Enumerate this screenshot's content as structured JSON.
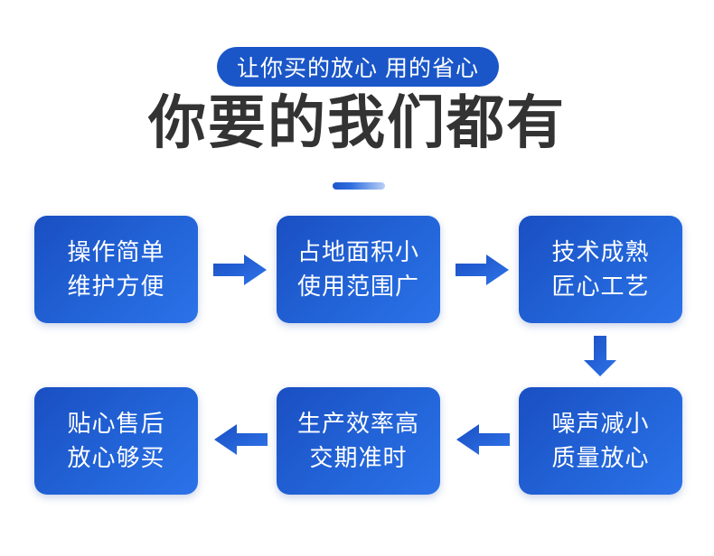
{
  "header": {
    "badge_text": "让你买的放心 用的省心",
    "title": "你要的我们都有"
  },
  "colors": {
    "badge_bg": "#1a56c8",
    "title_text": "#333333",
    "box_gradient_start": "#1a4fc2",
    "box_gradient_end": "#2c72e8",
    "arrow_gradient_start": "#1a4fc2",
    "arrow_gradient_end": "#2f74ea",
    "underline_start": "#1f55c8",
    "underline_end": "#b9d0f5",
    "page_bg": "#ffffff"
  },
  "flow": {
    "boxes": [
      {
        "id": "box-1",
        "line1": "操作简单",
        "line2": "维护方便"
      },
      {
        "id": "box-2",
        "line1": "占地面积小",
        "line2": "使用范围广"
      },
      {
        "id": "box-3",
        "line1": "技术成熟",
        "line2": "匠心工艺"
      },
      {
        "id": "box-4",
        "line1": "噪声减小",
        "line2": "质量放心"
      },
      {
        "id": "box-5",
        "line1": "生产效率高",
        "line2": "交期准时"
      },
      {
        "id": "box-6",
        "line1": "贴心售后",
        "line2": "放心够买"
      }
    ],
    "arrows": [
      {
        "id": "arrow-1",
        "direction": "right",
        "icon": "arrow-right-icon",
        "from": "box-1",
        "to": "box-2"
      },
      {
        "id": "arrow-2",
        "direction": "right",
        "icon": "arrow-right-icon",
        "from": "box-2",
        "to": "box-3"
      },
      {
        "id": "arrow-3",
        "direction": "down",
        "icon": "arrow-down-icon",
        "from": "box-3",
        "to": "box-4"
      },
      {
        "id": "arrow-4",
        "direction": "left",
        "icon": "arrow-left-icon",
        "from": "box-4",
        "to": "box-5"
      },
      {
        "id": "arrow-5",
        "direction": "left",
        "icon": "arrow-left-icon",
        "from": "box-5",
        "to": "box-6"
      }
    ]
  }
}
